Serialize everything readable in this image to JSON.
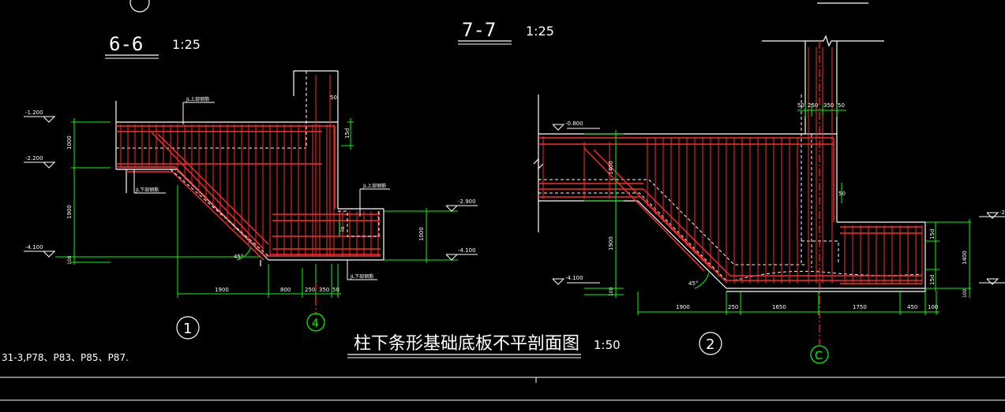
{
  "sections": {
    "s66": {
      "label": "6-6",
      "scale": "1:25"
    },
    "s77": {
      "label": "7-7",
      "scale": "1:25"
    }
  },
  "main_title": "柱下条形基础底板不平剖面图",
  "main_scale": "1:50",
  "left_note": "31-3,P78、P83、P85、P87.",
  "detail_markers": [
    "1",
    "2"
  ],
  "axis_markers": [
    "4",
    "C"
  ],
  "left": {
    "elevations": [
      "-1.200",
      "-2.200",
      "-4.100",
      "-2.900",
      "-4.100"
    ],
    "vertical_dims": [
      "1000",
      "1900",
      "100",
      "1000"
    ],
    "horizontal_dims": [
      "1900",
      "800",
      "250",
      "350",
      "50"
    ],
    "top_dims": [
      "50",
      "15d",
      "la"
    ],
    "annotations": [
      "JL上部钢筋",
      "JL下部钢筋",
      "JL上部钢筋",
      "JL下部钢筋"
    ],
    "angle": "45°"
  },
  "right": {
    "elevations": [
      "-0.800",
      "-4.100",
      "-2"
    ],
    "top_dims": [
      "50",
      "250",
      "350",
      "50"
    ],
    "vertical_dims": [
      "1400",
      "1900",
      "100",
      "15d",
      "15d",
      "1400",
      "100"
    ],
    "horizontal_dims": [
      "1900",
      "250",
      "1650",
      "1750",
      "450",
      "100"
    ],
    "side_dims": [
      "50"
    ],
    "angle": "45°"
  },
  "colors": {
    "bg": "#000000",
    "line": "#ffffff",
    "rebar": "#ff2a2a",
    "dim": "#00ff00",
    "dashed": "#ffffff"
  }
}
